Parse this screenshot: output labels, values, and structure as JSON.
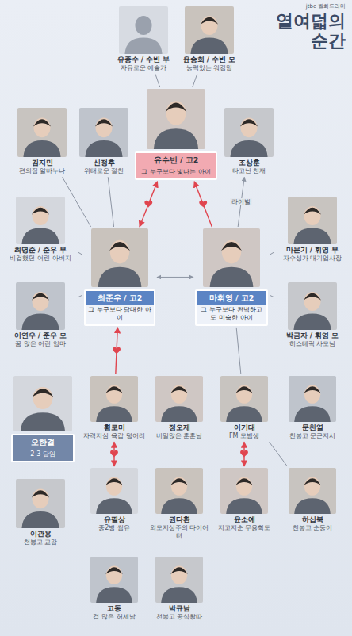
{
  "diagram": {
    "title": "열여덟의 순간",
    "nodes": [
      {
        "text": [
          "유종수 / 수빈 부",
          "자유로운 예술가"
        ]
      },
      {
        "text": [
          "윤송희 / 수빈 모",
          "능력있는 워킹맘"
        ]
      },
      {
        "text": [
          "유수빈 / 고2",
          "그 누구보다 빛나는 아이"
        ]
      },
      {
        "text": [
          "김지민",
          "편의점 알바누나"
        ]
      },
      {
        "text": [
          "신정후",
          "위태로운 절친"
        ]
      },
      {
        "text": [
          "조상훈",
          "타고난 천재"
        ]
      },
      {
        "text": [
          "최명준 / 준우 부",
          "비겁했던 어린 아버지"
        ]
      },
      {
        "text": [
          "최준우 / 고2",
          "그 누구보다 담대한 아이"
        ]
      },
      {
        "text": [
          "마휘영 / 고2",
          "그 누구보다 완벽하고도 미숙한 아이"
        ]
      },
      {
        "text": [
          "마문기 / 휘영 부",
          "자수성가 대기업사장"
        ]
      },
      {
        "text": [
          "이연우 / 준우 모",
          "꿈 많은 어린 엄마"
        ]
      },
      {
        "text": [
          "박금자 / 휘영 모",
          "히스테릭 사모님"
        ]
      },
      {
        "text": [
          "오한결",
          "2-3 담임"
        ]
      },
      {
        "text": [
          "황로미",
          "자격지심 육갑 덩어리"
        ]
      },
      {
        "text": [
          "정오제",
          "비밀많은 훈훈남"
        ]
      },
      {
        "text": [
          "이기태",
          "FM 모범생"
        ]
      },
      {
        "text": [
          "문찬열",
          "천봉고 문근지시"
        ]
      },
      {
        "text": [
          "이관용",
          "천봉고 교감"
        ]
      },
      {
        "text": [
          "유필상",
          "중2병 썸유"
        ]
      },
      {
        "text": [
          "권다환",
          "외모지상주의 다이어터"
        ]
      },
      {
        "text": [
          "윤소예",
          "지고지순 무용학도"
        ]
      },
      {
        "text": [
          "하십북",
          "천봉고 순둥이"
        ]
      },
      {
        "text": [
          "고동",
          "겁 많은 허세남"
        ]
      },
      {
        "text": [
          "박규남",
          "천봉고 공식왕따"
        ]
      }
    ],
    "edges": [
      {
        "from": 0,
        "to": 2,
        "arrow": "none"
      },
      {
        "from": 1,
        "to": 2,
        "arrow": "none"
      },
      {
        "from": 7,
        "to": 2,
        "arrow": "both"
      },
      {
        "from": 8,
        "to": 2,
        "arrow": "to"
      },
      {
        "from": 8,
        "to": 5,
        "label": "라이벌",
        "arrow": "to"
      },
      {
        "from": 3,
        "to": 7,
        "arrow": "none"
      },
      {
        "from": 4,
        "to": 7,
        "arrow": "none"
      },
      {
        "from": 6,
        "to": 7,
        "arrow": "none"
      },
      {
        "from": 10,
        "to": 7,
        "arrow": "none"
      },
      {
        "from": 9,
        "to": 8,
        "arrow": "none"
      },
      {
        "from": 11,
        "to": 8,
        "arrow": "none"
      },
      {
        "from": 7,
        "to": 8,
        "arrow": "both"
      },
      {
        "from": 13,
        "to": 7,
        "arrow": "to"
      },
      {
        "from": 8,
        "to": 15,
        "arrow": "none"
      },
      {
        "from": 18,
        "to": 13,
        "arrow": "both"
      },
      {
        "from": 15,
        "to": 20,
        "arrow": "both"
      },
      {
        "from": 15,
        "to": 21,
        "arrow": "none"
      }
    ],
    "labels": [
      "jtbc 월화드라마"
    ]
  }
}
